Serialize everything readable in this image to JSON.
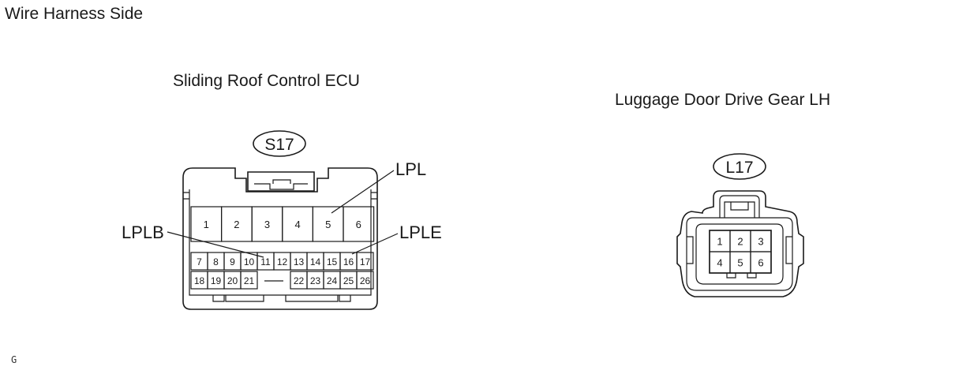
{
  "header": {
    "title": "Wire Harness Side"
  },
  "connectors": [
    {
      "name": "Sliding Roof Control ECU",
      "code": "S17",
      "pins_large": [
        "1",
        "2",
        "3",
        "4",
        "5",
        "6"
      ],
      "pins_row2": [
        "7",
        "8",
        "9",
        "10",
        "11",
        "12",
        "13",
        "14",
        "15",
        "16",
        "17"
      ],
      "pins_row3": [
        "18",
        "19",
        "20",
        "21",
        "22",
        "23",
        "24",
        "25",
        "26"
      ],
      "callouts": [
        "LPL",
        "LPLB",
        "LPLE"
      ]
    },
    {
      "name": "Luggage Door Drive Gear LH",
      "code": "L17",
      "pins_top": [
        "1",
        "2",
        "3"
      ],
      "pins_bottom": [
        "4",
        "5",
        "6"
      ]
    }
  ],
  "footer": {
    "ref": "G"
  }
}
